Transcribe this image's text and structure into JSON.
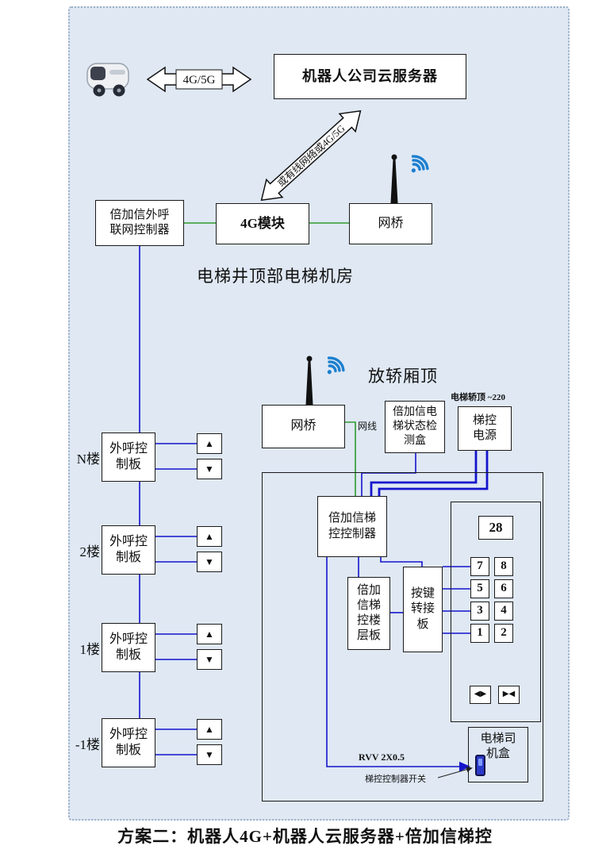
{
  "caption": "方案二：机器人4G+机器人云服务器+倍加信梯控",
  "top_section": {
    "link_label": "4G/5G",
    "cloud_server_label": "机器人公司云服务器",
    "uplink_label": "或有线网络或4G/5G"
  },
  "machine_room": {
    "callbox_controller_label": "倍加信外呼联网控制器",
    "module_4g_label": "4G模块",
    "bridge_label": "网桥",
    "section_label": "电梯井顶部电梯机房"
  },
  "car_top": {
    "section_label": "放轿厢顶",
    "bridge_label": "网桥",
    "lan_cable_label": "网线",
    "status_detector_label": "倍加信电梯状态检测盒",
    "power_label": "梯控电源",
    "power_note": "电梯轿顶 ~220",
    "controller_label": "倍加信梯控控制器",
    "floor_board_label": "倍加信梯控楼层板",
    "key_adapter_label": "按键转接板",
    "cable_label": "RVV 2X0.5",
    "switch_label": "梯控控制器开关"
  },
  "car_panel": {
    "display_value": "28",
    "buttons": [
      "7",
      "8",
      "5",
      "6",
      "3",
      "4",
      "1",
      "2"
    ],
    "door_open_icon": "◀▶",
    "door_close_icon": "▶◀",
    "driver_box_label": "电梯司机盒"
  },
  "floors": [
    {
      "label": "N楼",
      "board_label": "外呼控制板"
    },
    {
      "label": "2楼",
      "board_label": "外呼控制板"
    },
    {
      "label": "1楼",
      "board_label": "外呼控制板"
    },
    {
      "label": "-1楼",
      "board_label": "外呼控制板"
    }
  ],
  "icons": {
    "up": "▲",
    "down": "▼"
  },
  "colors": {
    "line_blue": "#1414cc",
    "line_green": "#2e9b2e",
    "wifi_blue": "#1b7fd0",
    "panel_bg": "#dfe8f3"
  }
}
